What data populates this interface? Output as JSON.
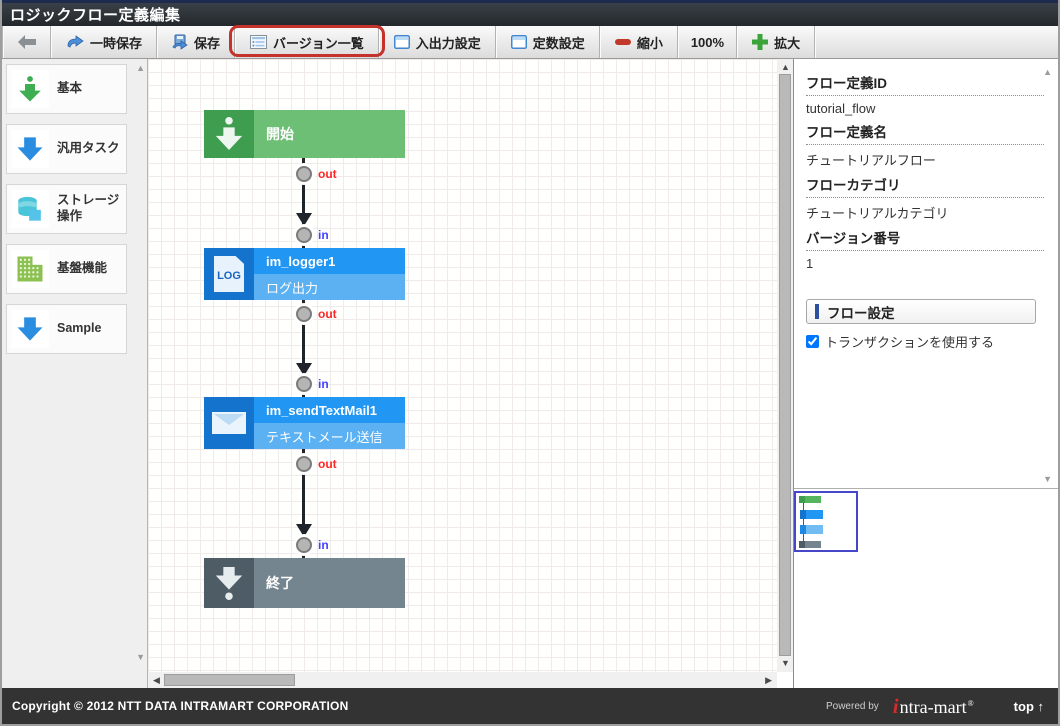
{
  "titlebar": {
    "title": "ロジックフロー定義編集"
  },
  "toolbar": {
    "temp_save": "一時保存",
    "save": "保存",
    "version_list": "バージョン一覧",
    "io_settings": "入出力設定",
    "constant_settings": "定数設定",
    "zoom_out": "縮小",
    "zoom_level": "100%",
    "zoom_in": "拡大"
  },
  "palette": {
    "items": [
      {
        "label": "基本"
      },
      {
        "label": "汎用タスク"
      },
      {
        "label": "ストレージ操作"
      },
      {
        "label": "基盤機能"
      },
      {
        "label": "Sample"
      }
    ]
  },
  "canvas": {
    "nodes": {
      "start": {
        "label": "開始"
      },
      "logger": {
        "id": "im_logger1",
        "label": "ログ出力",
        "icon_text": "LOG"
      },
      "mail": {
        "id": "im_sendTextMail1",
        "label": "テキストメール送信"
      },
      "end": {
        "label": "終了"
      }
    },
    "ports": {
      "out_label": "out",
      "in_label": "in"
    }
  },
  "properties": {
    "fields": [
      {
        "label": "フロー定義ID",
        "value": "tutorial_flow"
      },
      {
        "label": "フロー定義名",
        "value": "チュートリアルフロー"
      },
      {
        "label": "フローカテゴリ",
        "value": "チュートリアルカテゴリ"
      },
      {
        "label": "バージョン番号",
        "value": "1"
      }
    ],
    "flow_settings_button": "フロー設定",
    "transaction_checkbox": {
      "label": "トランザクションを使用する",
      "checked": true
    }
  },
  "footer": {
    "copyright": "Copyright © 2012 NTT DATA INTRAMART CORPORATION",
    "powered_by": "Powered by",
    "logo_i": "i",
    "logo_rest": "ntra-mart",
    "logo_reg": "®",
    "top_link": "top ↑"
  },
  "colors": {
    "highlight_ring": "#c4322b",
    "start_green": "#3f9d4f",
    "task_blue": "#2196f3",
    "end_gray": "#74858f",
    "out_label": "#ff2626",
    "in_label": "#4343ff"
  }
}
